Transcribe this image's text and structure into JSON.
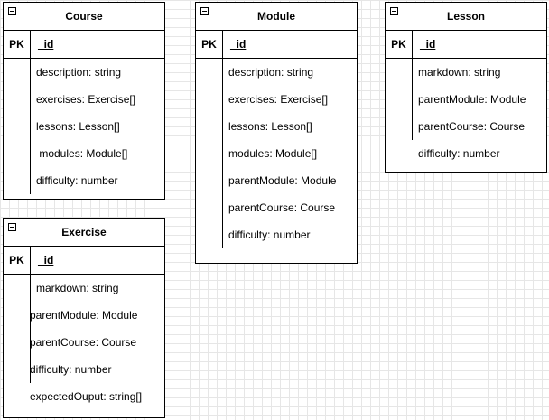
{
  "pk_label": "PK",
  "tables": {
    "course": {
      "title": "Course",
      "pk": "_id",
      "fields": [
        "description: string",
        "exercises: Exercise[]",
        "lessons: Lesson[]",
        " modules: Module[]",
        "difficulty: number"
      ]
    },
    "module": {
      "title": "Module",
      "pk": "_id",
      "fields": [
        "description: string",
        "exercises: Exercise[]",
        "lessons: Lesson[]",
        "modules: Module[]",
        "parentModule: Module",
        "parentCourse: Course",
        "difficulty: number"
      ]
    },
    "lesson": {
      "title": "Lesson",
      "pk": "_id",
      "fields": [
        "markdown: string",
        "parentModule: Module",
        "parentCourse: Course",
        "difficulty: number"
      ]
    },
    "exercise": {
      "title": "Exercise",
      "pk": "_id",
      "fields": [
        "markdown: string",
        "parentModule: Module",
        "parentCourse: Course",
        "difficulty: number",
        "expectedOuput: string[]"
      ]
    }
  }
}
